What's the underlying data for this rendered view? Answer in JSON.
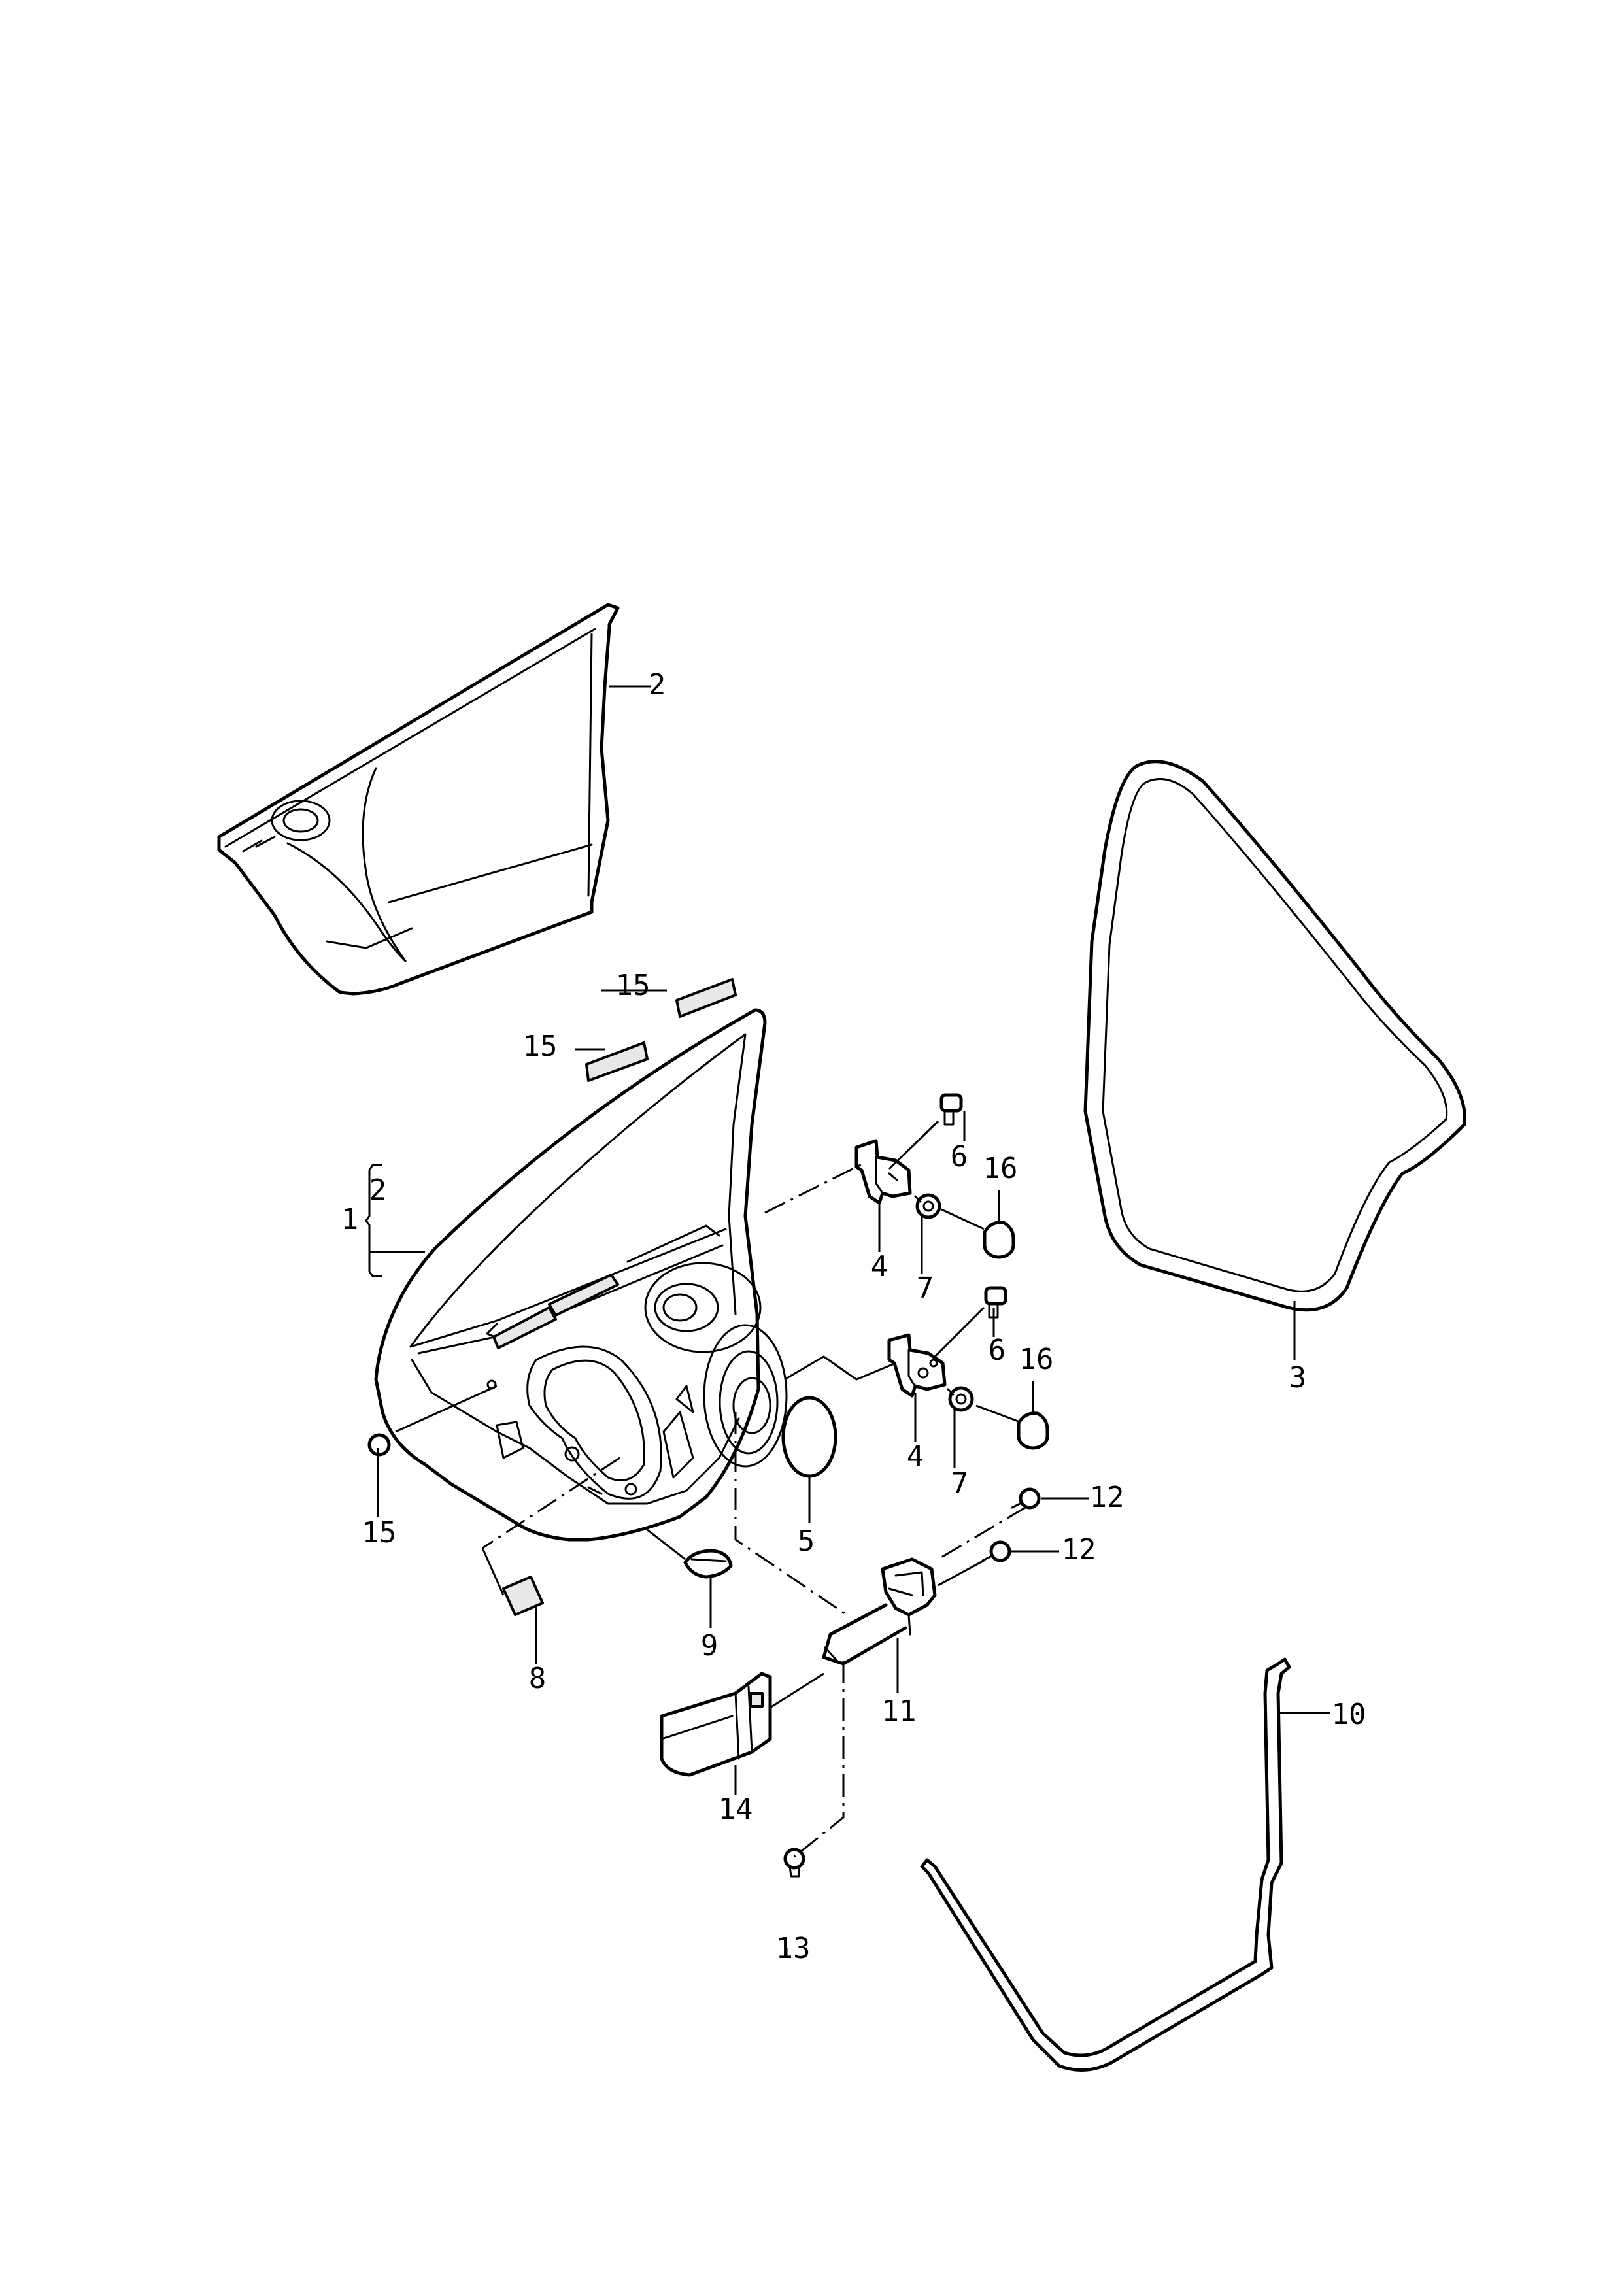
{
  "diagram": {
    "labels": {
      "l1": "1",
      "l2a": "2",
      "l2b": "2",
      "l3": "3",
      "l4a": "4",
      "l4b": "4",
      "l5": "5",
      "l6a": "6",
      "l6b": "6",
      "l7a": "7",
      "l7b": "7",
      "l8": "8",
      "l9": "9",
      "l10": "10",
      "l11": "11",
      "l12a": "12",
      "l12b": "12",
      "l13": "13",
      "l14": "14",
      "l15a": "15",
      "l15b": "15",
      "l15c": "15",
      "l16a": "16",
      "l16b": "16"
    }
  }
}
